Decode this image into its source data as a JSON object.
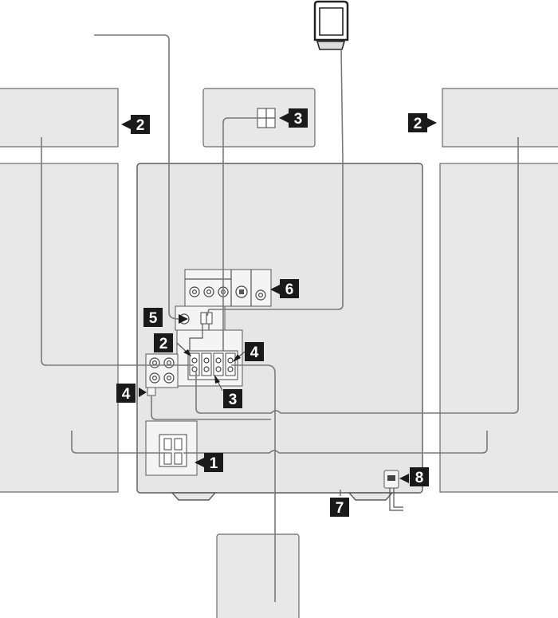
{
  "badges": {
    "b1": "1",
    "b2_left": "2",
    "b2_right": "2",
    "b2_center": "2",
    "b3_top": "3",
    "b3_bottom": "3",
    "b4_right": "4",
    "b4_left": "4",
    "b5": "5",
    "b6": "6",
    "b7": "7",
    "b8": "8"
  },
  "colors": {
    "badge": "#1a1a1a",
    "panel": "#e8e8e8",
    "outline": "#5a5a5a"
  }
}
